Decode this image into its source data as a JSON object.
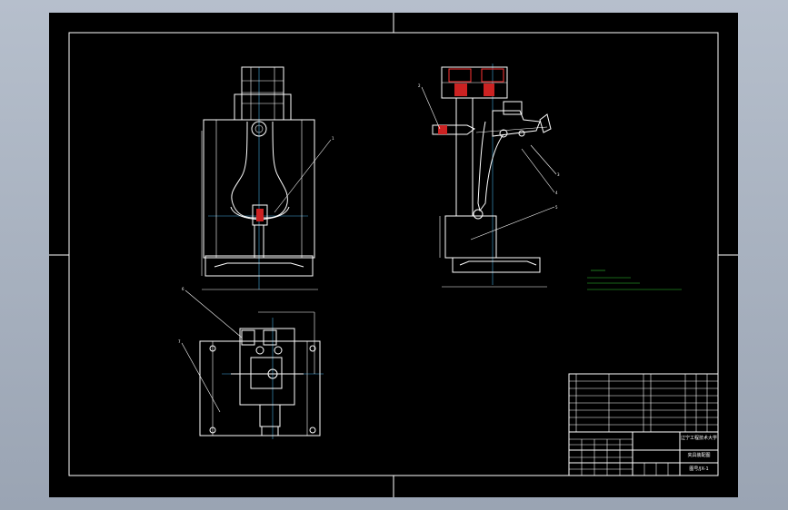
{
  "colors": {
    "background": "#a9b3c1",
    "sheet": "#000000",
    "lines": "#ffffff",
    "center_lines": "#44aadd",
    "section": "#ff3333"
  },
  "title_block": {
    "school": "辽宁工程技术大学",
    "drawing_name": "夹具装配图",
    "drawing_no": "图号/JX-1"
  }
}
